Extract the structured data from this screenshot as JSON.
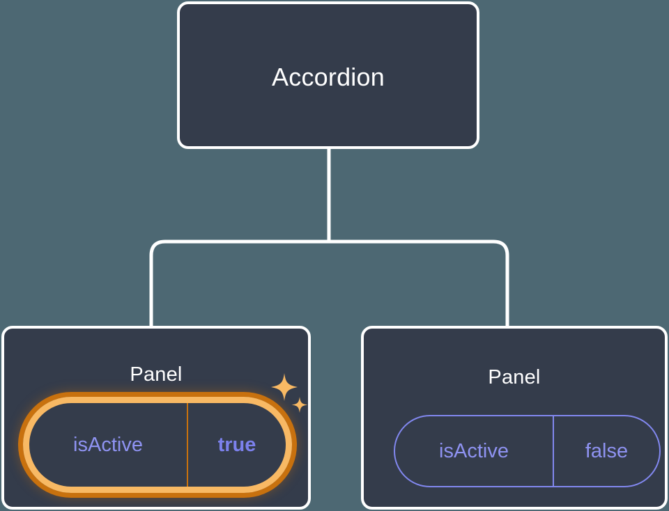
{
  "canvas": {
    "background_color": "#4d6873",
    "node_fill_color": "#343c4b",
    "node_border_color": "#ffffff",
    "connector_color": "#ffffff",
    "accent_highlight_color": "#f8b964",
    "accent_glow_color": "#c8710e",
    "prop_text_color": "#8f93f2",
    "prop_value_bold_color": "#7c81ed"
  },
  "tree": {
    "root": {
      "title": "Accordion"
    },
    "children": [
      {
        "title": "Panel",
        "highlighted": true,
        "prop": {
          "key": "isActive",
          "value": "true"
        },
        "sparkle_icons": [
          "sparkle-large-icon",
          "sparkle-small-icon"
        ]
      },
      {
        "title": "Panel",
        "highlighted": false,
        "prop": {
          "key": "isActive",
          "value": "false"
        }
      }
    ]
  }
}
